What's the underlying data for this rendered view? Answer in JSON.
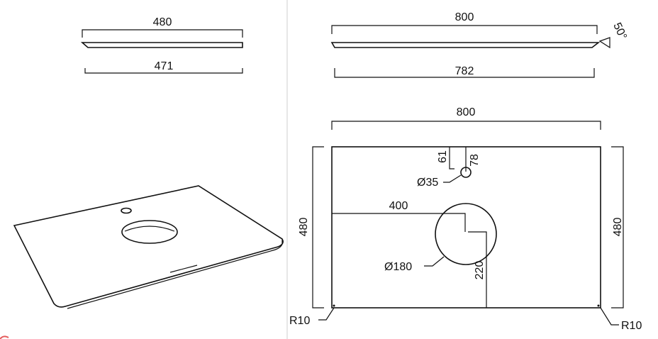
{
  "top_left_view": {
    "top_dimension": "480",
    "bottom_dimension": "471"
  },
  "top_right_view": {
    "top_dimension": "800",
    "angle": "50°",
    "bottom_dimension": "782"
  },
  "plan_view": {
    "width_dimension": "800",
    "height_left": "480",
    "height_right": "480",
    "hole_offset_from_top": "61",
    "hole_center_from_top": "78",
    "tap_hole_diameter": "Ø35",
    "basin_center_from_left": "400",
    "basin_diameter": "Ø180",
    "basin_center_from_bottom": "220",
    "corner_radius_left": "R10",
    "corner_radius_right": "R10"
  }
}
